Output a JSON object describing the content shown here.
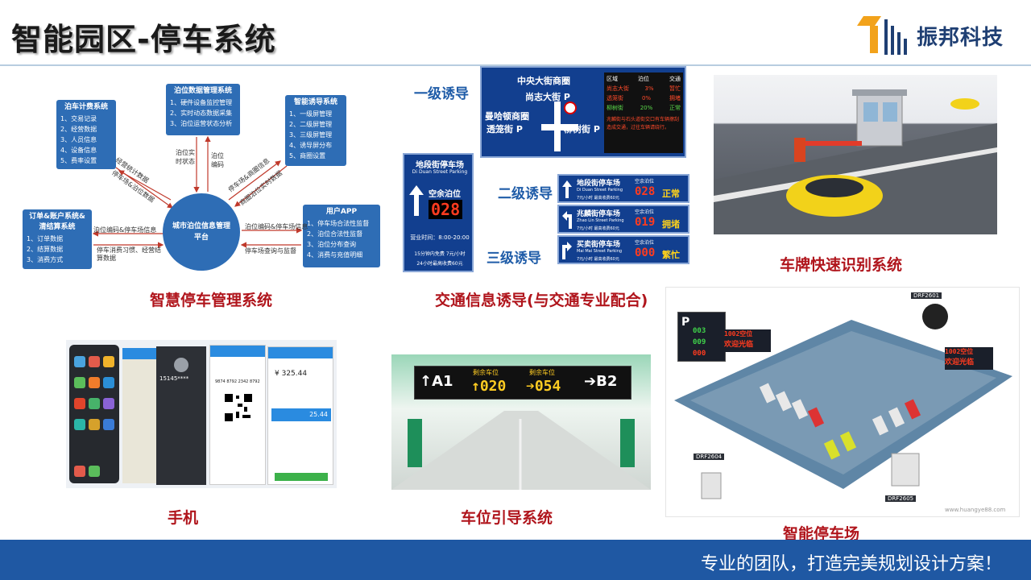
{
  "header": {
    "title": "智能园区-停车系统",
    "company": "振邦科技"
  },
  "captions": {
    "management": "智慧停车管理系统",
    "traffic": "交通信息诱导(与交通专业配合)",
    "plate": "车牌快速识别系统",
    "phone": "手机",
    "guide": "车位引导系统",
    "smart": "智能停车场"
  },
  "diagram": {
    "center": "城市泊位信息管理平台",
    "boxes": [
      {
        "title": "泊车计费系统",
        "items": [
          "1、交易记录",
          "2、经营数据",
          "3、人员信息",
          "4、设备信息",
          "5、费率设置"
        ]
      },
      {
        "title": "泊位数据管理系统",
        "items": [
          "1、硬件设备监控管理",
          "2、实时动态数据采集",
          "3、泊位运营状态分析"
        ]
      },
      {
        "title": "智能诱导系统",
        "items": [
          "1、一级屏管理",
          "2、二级屏管理",
          "3、三级屏管理",
          "4、诱导屏分布",
          "5、商圈设置"
        ]
      },
      {
        "title": "订单&账户系统&清结算系统",
        "items": [
          "1、订单数据",
          "2、结算数据",
          "3、消费方式"
        ]
      },
      {
        "title": "用户APP",
        "items": [
          "1、停车场合法性监督",
          "2、泊位合法性监督",
          "3、泊位分布查询",
          "4、消费与充值明细"
        ]
      }
    ],
    "links": [
      "经营统计数据",
      "停车场&泊位数据",
      "泊位实时状态",
      "泊位编码",
      "停车场&商圈信息",
      "商圈泊位实时数据",
      "泊位编码&停车场信息",
      "停车消费习惯、经营结算数据",
      "泊位编码&停车场信息",
      "停车场查询与监督"
    ]
  },
  "traffic": {
    "tiers": [
      "一级诱导",
      "二级诱导",
      "三级诱导"
    ],
    "main_sign": {
      "district": "中央大街商圈",
      "center_p": "尚志大街 P",
      "left_top": "曼哈顿商圈",
      "left_bottom": "透笼街 P",
      "right": "柳树街 P",
      "table_headers": [
        "区域",
        "泊位",
        "交通"
      ],
      "rows": [
        [
          "尚志大街",
          "3%",
          "暂忙"
        ],
        [
          "透笼街",
          "0%",
          "拥堵"
        ],
        [
          "柳树街",
          "20%",
          "正常"
        ]
      ],
      "notice": "兆麟街与石头道街交口有车辆擦刮造成交通，过往车辆请绕行。"
    },
    "lot_sign": {
      "name": "地段街停车场",
      "en": "Di Duan Street Parking",
      "label": "空余泊位",
      "count": "028",
      "hours": "营业时间：8:00-20:00",
      "fee1": "15分钟内免费  7元/小时",
      "fee2": "24小时最高收费60元"
    },
    "second_signs": [
      {
        "name": "地段街停车场",
        "en": "Di Duan Street Parking",
        "label": "空余泊位",
        "fee": "7元/小时 最高收费60元",
        "count": "028",
        "status": "正常"
      },
      {
        "name": "兆麟街停车场",
        "en": "Zhao Lin Street Parking",
        "label": "空余泊位",
        "fee": "7元/小时 最高收费60元",
        "count": "019",
        "status": "拥堵"
      },
      {
        "name": "买卖街停车场",
        "en": "Mai Mai Street Parking",
        "label": "空余泊位",
        "fee": "7元/小时 最高收费60元",
        "count": "000",
        "status": "繁忙"
      }
    ]
  },
  "phones": {
    "phone2_number": "15145****",
    "phone3_code": "9874  8792  2342  8792",
    "phone4_amount": "¥ 325.44",
    "phone5_amount": "25.44"
  },
  "guide_sign": {
    "left_zone": "A1",
    "left_label": "剩余车位",
    "left_count": "020",
    "right_label": "剩余车位",
    "right_count": "054",
    "right_zone": "B2"
  },
  "smart_lot": {
    "screen_counts": [
      "003",
      "009",
      "000"
    ],
    "screen_text": "欢迎光临",
    "screen_top": "1002空位",
    "device_labels": [
      "DRF2601",
      "DRF2604",
      "DRF2605"
    ],
    "watermark": "www.huangye88.com"
  },
  "footer": {
    "slogan": "专业的团队，打造完美规划设计方案！"
  },
  "colors": {
    "accent_red": "#b0151c",
    "brand_blue": "#1f58a3",
    "diagram_blue": "#2e6db5"
  }
}
